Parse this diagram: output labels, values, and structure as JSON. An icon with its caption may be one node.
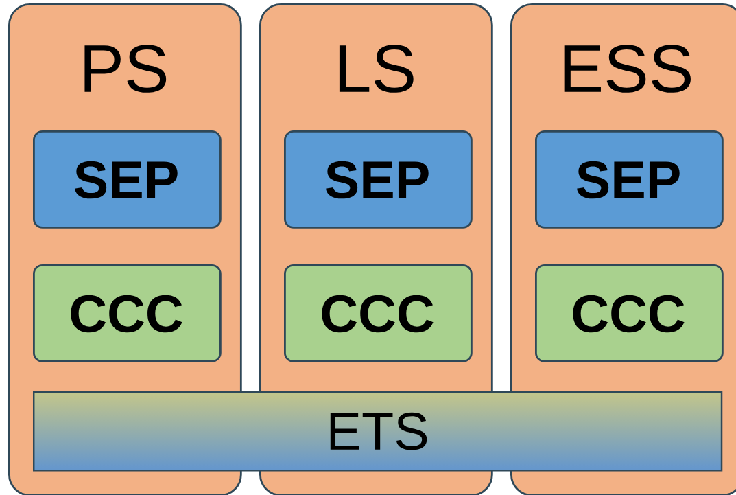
{
  "diagram": {
    "nodes": [
      {
        "text": [
          "PS"
        ]
      },
      {
        "text": [
          "SEP"
        ],
        "in": 0
      },
      {
        "text": [
          "CCC"
        ],
        "in": 0
      },
      {
        "text": [
          "LS"
        ]
      },
      {
        "text": [
          "SEP"
        ],
        "in": 3
      },
      {
        "text": [
          "CCC"
        ],
        "in": 3
      },
      {
        "text": [
          "ESS"
        ]
      },
      {
        "text": [
          "SEP"
        ],
        "in": 6
      },
      {
        "text": [
          "CCC"
        ],
        "in": 6
      },
      {
        "text": [
          "ETS"
        ]
      }
    ]
  }
}
